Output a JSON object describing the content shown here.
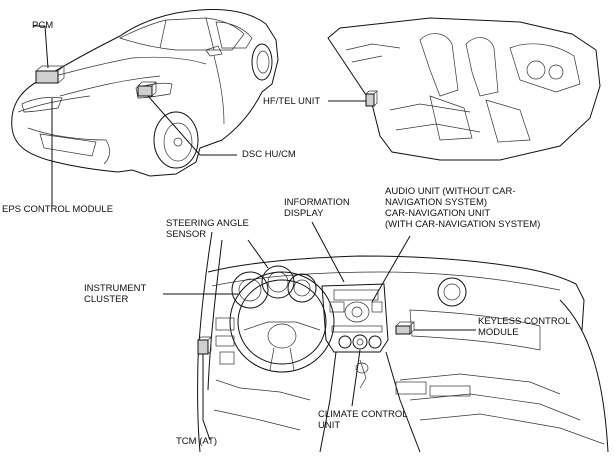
{
  "labels": {
    "pcm": "PCM",
    "eps_control_module": "EPS CONTROL MODULE",
    "dsc_hu_cm": "DSC HU/CM",
    "hf_tel_unit": "HF/TEL UNIT",
    "steering_angle_sensor": [
      "STEERING ANGLE",
      "SENSOR"
    ],
    "information_display": [
      "INFORMATION",
      "DISPLAY"
    ],
    "audio_unit": [
      "AUDIO UNIT (WITHOUT CAR-",
      "NAVIGATION SYSTEM)",
      "CAR-NAVIGATION UNIT",
      "(WITH CAR-NAVIGATION SYSTEM)"
    ],
    "instrument_cluster": [
      "INSTRUMENT",
      "CLUSTER"
    ],
    "keyless_control_module": [
      "KEYLESS CONTROL",
      "MODULE"
    ],
    "climate_control_unit": [
      "CLIMATE CONTROL",
      "UNIT"
    ],
    "tcm_at": "TCM (AT)"
  }
}
